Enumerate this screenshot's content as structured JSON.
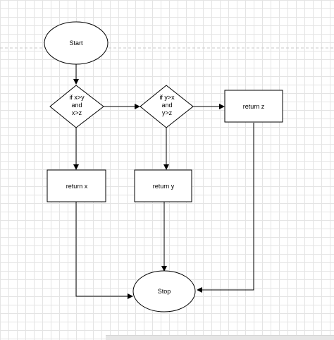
{
  "diagram": {
    "nodes": {
      "start": {
        "lines": [
          "Start"
        ]
      },
      "cond_x": {
        "lines": [
          "if x>y",
          "and",
          "x>z"
        ]
      },
      "cond_y": {
        "lines": [
          "if y>x",
          "and",
          "y>z"
        ]
      },
      "return_z": {
        "lines": [
          "return z"
        ]
      },
      "return_x": {
        "lines": [
          "return x"
        ]
      },
      "return_y": {
        "lines": [
          "return y"
        ]
      },
      "stop": {
        "lines": [
          "Stop"
        ]
      }
    },
    "edges": [
      {
        "from": "start",
        "to": "cond_x"
      },
      {
        "from": "cond_x",
        "to": "cond_y"
      },
      {
        "from": "cond_y",
        "to": "return_z"
      },
      {
        "from": "cond_x",
        "to": "return_x"
      },
      {
        "from": "cond_y",
        "to": "return_y"
      },
      {
        "from": "return_x",
        "to": "stop"
      },
      {
        "from": "return_y",
        "to": "stop"
      },
      {
        "from": "return_z",
        "to": "stop"
      }
    ]
  }
}
